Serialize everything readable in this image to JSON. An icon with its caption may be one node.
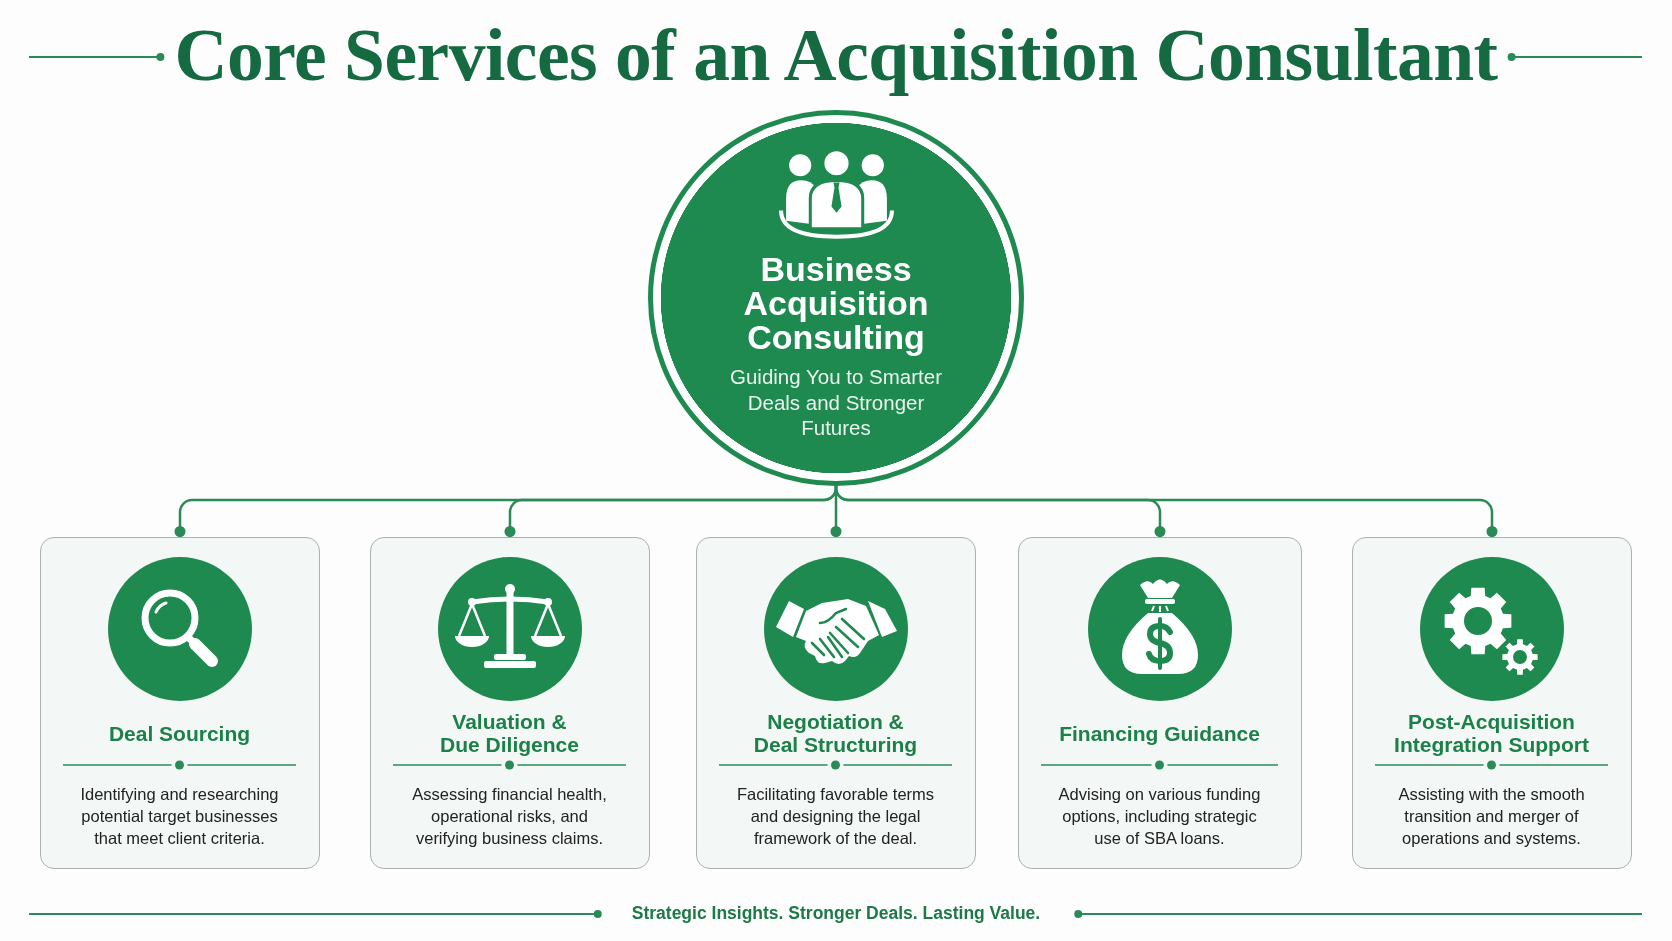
{
  "diagram": {
    "title": "Core Services of an Acquisition Consultant",
    "caption": "Strategic Insights. Stronger Deals. Lasting Value.",
    "nodes": [
      {
        "text": [
          "Business Acquisition Consulting",
          "Guiding You to Smarter Deals and Stronger Futures"
        ]
      },
      {
        "text": [
          "Deal Sourcing",
          "Identifying and researching potential target businesses that meet client criteria."
        ]
      },
      {
        "text": [
          "Valuation & Due Diligence",
          "Assessing financial health, operational risks, and verifying business claims."
        ]
      },
      {
        "text": [
          "Negotiation & Deal Structuring",
          "Facilitating favorable terms and designing the legal framework of the deal."
        ]
      },
      {
        "text": [
          "Financing Guidance",
          "Advising on various funding options, including strategic use of SBA loans."
        ]
      },
      {
        "text": [
          "Post-Acquisition Integration Support",
          "Assisting with the smooth transition and merger of operations and systems."
        ]
      }
    ],
    "edges": [
      {
        "from": 0,
        "to": 1,
        "arrow": "other"
      },
      {
        "from": 0,
        "to": 2,
        "arrow": "other"
      },
      {
        "from": 0,
        "to": 3,
        "arrow": "other"
      },
      {
        "from": 0,
        "to": 4,
        "arrow": "other"
      },
      {
        "from": 0,
        "to": 5,
        "arrow": "other"
      }
    ]
  }
}
